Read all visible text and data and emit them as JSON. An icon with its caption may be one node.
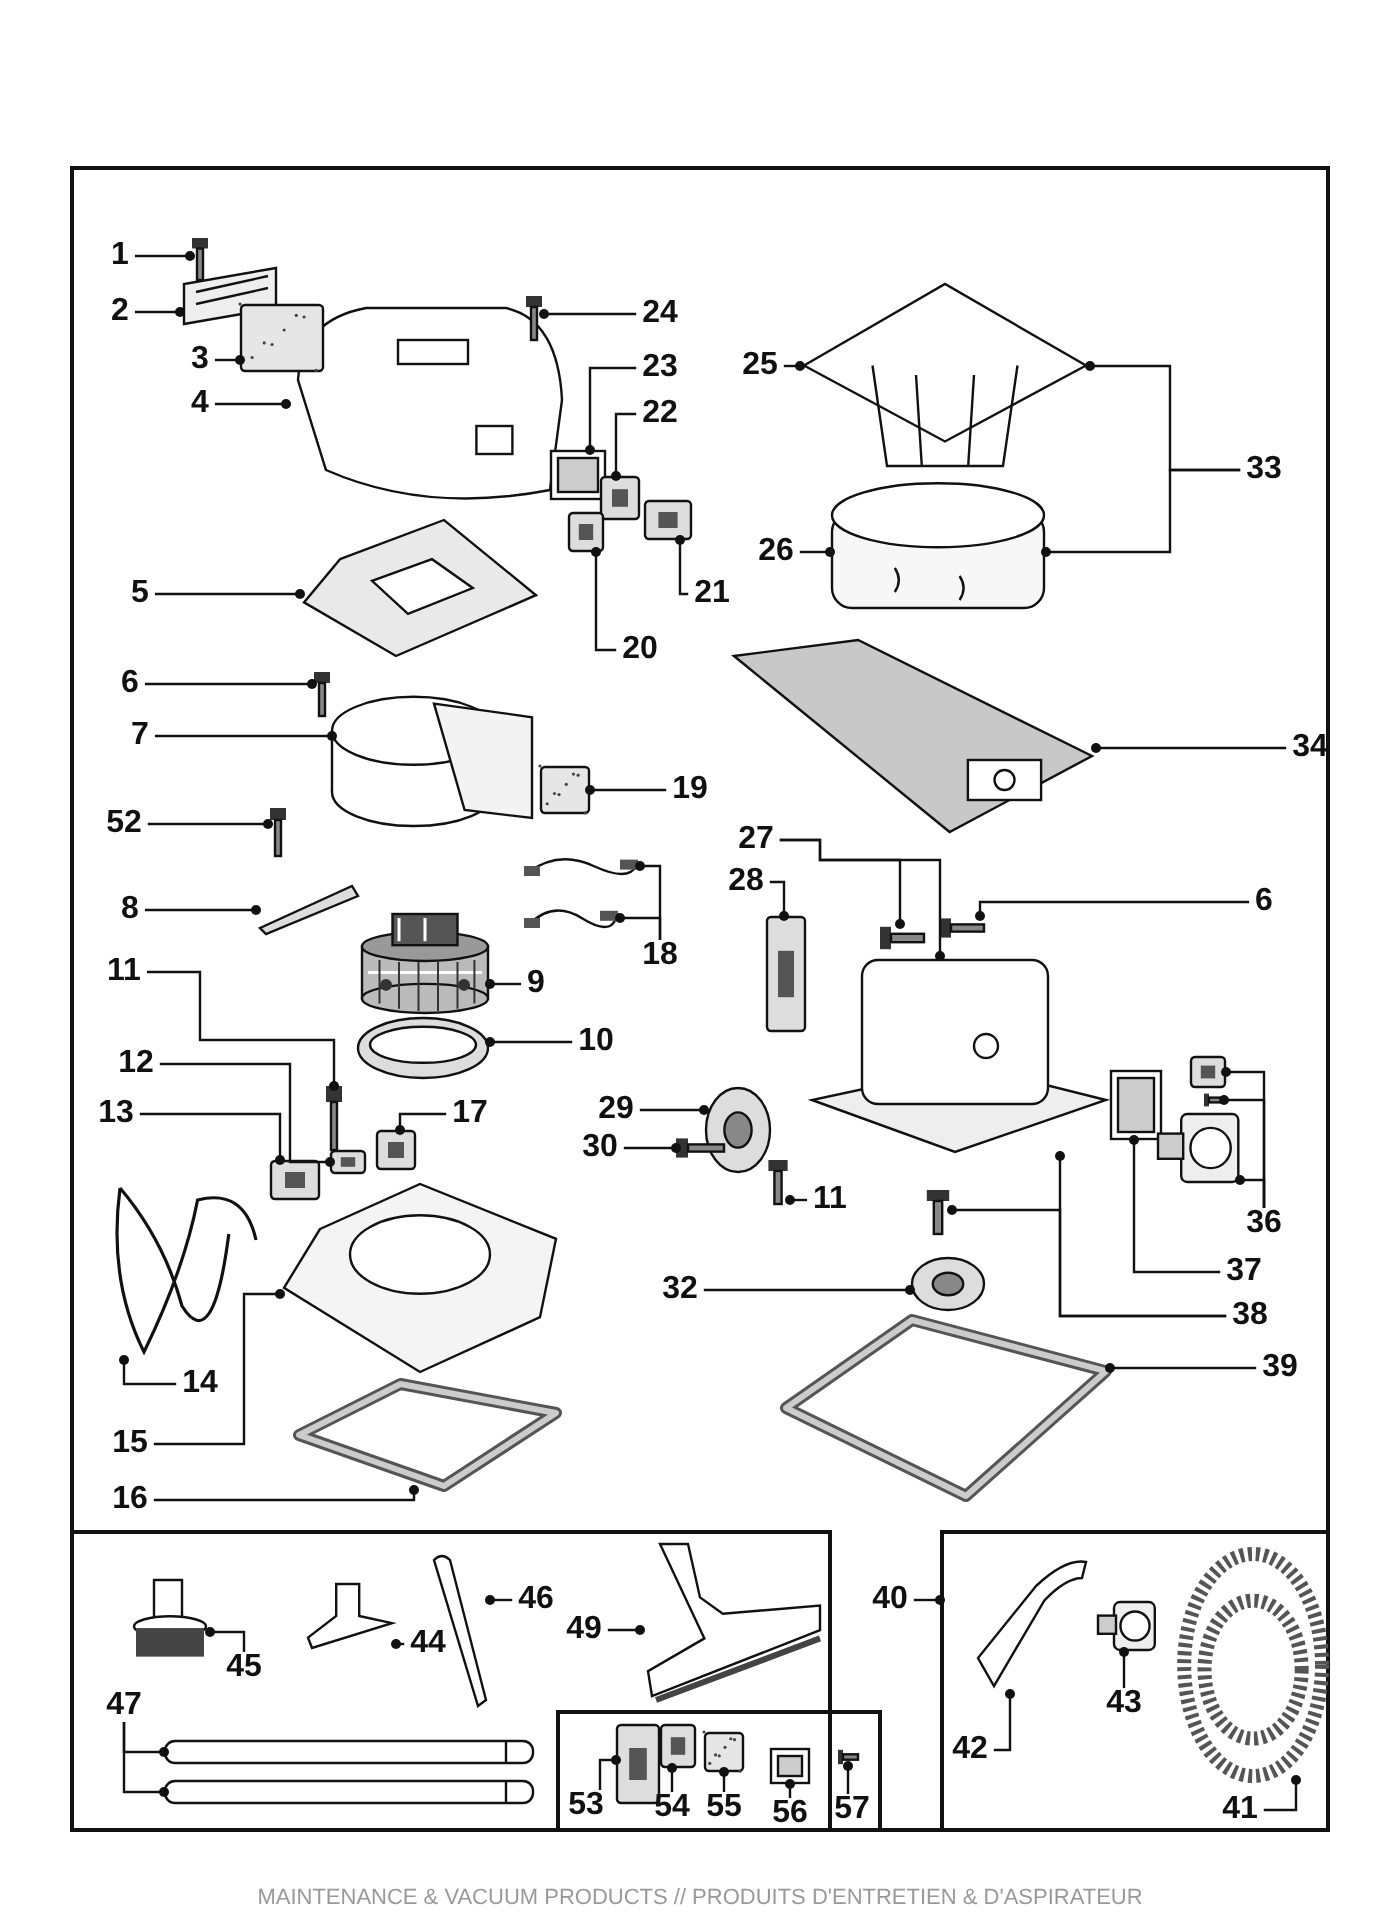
{
  "diagram": {
    "nodes": [
      {
        "text": [],
        "shape": "box"
      },
      {
        "text": [],
        "shape": "box",
        "in": 0
      },
      {
        "text": [],
        "shape": "box",
        "in": 1
      },
      {
        "text": [],
        "shape": "box",
        "in": 0
      },
      {
        "text": [
          "1"
        ],
        "in": 0
      },
      {
        "text": [],
        "shape": "picture",
        "in": 0
      },
      {
        "text": [
          "2"
        ],
        "in": 0
      },
      {
        "text": [],
        "shape": "picture",
        "in": 0
      },
      {
        "text": [
          "3"
        ],
        "in": 0
      },
      {
        "text": [],
        "shape": "picture",
        "in": 0
      },
      {
        "text": [
          "4"
        ],
        "in": 0
      },
      {
        "text": [],
        "shape": "picture",
        "in": 0
      },
      {
        "text": [
          "24"
        ],
        "in": 0
      },
      {
        "text": [],
        "shape": "picture",
        "in": 0
      },
      {
        "text": [
          "23"
        ],
        "in": 0
      },
      {
        "text": [],
        "shape": "picture",
        "in": 0
      },
      {
        "text": [
          "22"
        ],
        "in": 0
      },
      {
        "text": [],
        "shape": "picture",
        "in": 0
      },
      {
        "text": [
          "21"
        ],
        "in": 0
      },
      {
        "text": [],
        "shape": "picture",
        "in": 0
      },
      {
        "text": [
          "20"
        ],
        "in": 0
      },
      {
        "text": [],
        "shape": "picture",
        "in": 0
      },
      {
        "text": [
          "5"
        ],
        "in": 0
      },
      {
        "text": [],
        "shape": "picture",
        "in": 0
      },
      {
        "text": [
          "6"
        ],
        "in": 0
      },
      {
        "text": [],
        "shape": "picture",
        "in": 0
      },
      {
        "text": [
          "7"
        ],
        "in": 0
      },
      {
        "text": [],
        "shape": "picture",
        "in": 0
      },
      {
        "text": [
          "19"
        ],
        "in": 0
      },
      {
        "text": [],
        "shape": "picture",
        "in": 0
      },
      {
        "text": [
          "52"
        ],
        "in": 0
      },
      {
        "text": [],
        "shape": "picture",
        "in": 0
      },
      {
        "text": [
          "8"
        ],
        "in": 0
      },
      {
        "text": [],
        "shape": "picture",
        "in": 0
      },
      {
        "text": [
          "18"
        ],
        "in": 0
      },
      {
        "text": [],
        "shape": "picture",
        "in": 0
      },
      {
        "text": [],
        "shape": "picture",
        "in": 0
      },
      {
        "text": [
          "9"
        ],
        "in": 0
      },
      {
        "text": [],
        "shape": "picture",
        "in": 0
      },
      {
        "text": [
          "10"
        ],
        "in": 0
      },
      {
        "text": [],
        "shape": "picture",
        "in": 0
      },
      {
        "text": [
          "11"
        ],
        "in": 0
      },
      {
        "text": [],
        "shape": "picture",
        "in": 0
      },
      {
        "text": [
          "12"
        ],
        "in": 0
      },
      {
        "text": [],
        "shape": "picture",
        "in": 0
      },
      {
        "text": [
          "13"
        ],
        "in": 0
      },
      {
        "text": [],
        "shape": "picture",
        "in": 0
      },
      {
        "text": [
          "17"
        ],
        "in": 0
      },
      {
        "text": [],
        "shape": "picture",
        "in": 0
      },
      {
        "text": [
          "14"
        ],
        "in": 0
      },
      {
        "text": [],
        "shape": "picture",
        "in": 0
      },
      {
        "text": [
          "15"
        ],
        "in": 0
      },
      {
        "text": [],
        "shape": "picture",
        "in": 0
      },
      {
        "text": [
          "16"
        ],
        "in": 0
      },
      {
        "text": [],
        "shape": "picture",
        "in": 0
      },
      {
        "text": [
          "25"
        ],
        "in": 0
      },
      {
        "text": [],
        "shape": "picture",
        "in": 0
      },
      {
        "text": [
          "33"
        ],
        "in": 0
      },
      {
        "text": [
          "26"
        ],
        "in": 0
      },
      {
        "text": [],
        "shape": "picture",
        "in": 0
      },
      {
        "text": [
          "34"
        ],
        "in": 0
      },
      {
        "text": [],
        "shape": "picture",
        "in": 0
      },
      {
        "text": [
          "27"
        ],
        "in": 0
      },
      {
        "text": [],
        "shape": "picture",
        "in": 0
      },
      {
        "text": [],
        "shape": "picture",
        "in": 0
      },
      {
        "text": [
          "28"
        ],
        "in": 0
      },
      {
        "text": [],
        "shape": "picture",
        "in": 0
      },
      {
        "text": [
          "6"
        ],
        "in": 0
      },
      {
        "text": [],
        "shape": "picture",
        "in": 0
      },
      {
        "text": [
          "29"
        ],
        "in": 0
      },
      {
        "text": [],
        "shape": "picture",
        "in": 0
      },
      {
        "text": [
          "30"
        ],
        "in": 0
      },
      {
        "text": [],
        "shape": "picture",
        "in": 0
      },
      {
        "text": [
          "11"
        ],
        "in": 0
      },
      {
        "text": [],
        "shape": "picture",
        "in": 0
      },
      {
        "text": [
          "32"
        ],
        "in": 0
      },
      {
        "text": [],
        "shape": "picture",
        "in": 0
      },
      {
        "text": [
          "38"
        ],
        "in": 0
      },
      {
        "text": [],
        "shape": "picture",
        "in": 0
      },
      {
        "text": [
          "37"
        ],
        "in": 0
      },
      {
        "text": [],
        "shape": "picture",
        "in": 0
      },
      {
        "text": [
          "36"
        ],
        "in": 0
      },
      {
        "text": [],
        "shape": "picture",
        "in": 0
      },
      {
        "text": [],
        "shape": "picture",
        "in": 0
      },
      {
        "text": [],
        "shape": "picture",
        "in": 0
      },
      {
        "text": [
          "39"
        ],
        "in": 0
      },
      {
        "text": [],
        "shape": "picture",
        "in": 0
      },
      {
        "text": [
          "45"
        ],
        "in": 1
      },
      {
        "text": [],
        "shape": "picture",
        "in": 1
      },
      {
        "text": [
          "44"
        ],
        "in": 1
      },
      {
        "text": [],
        "shape": "picture",
        "in": 1
      },
      {
        "text": [
          "46"
        ],
        "in": 1
      },
      {
        "text": [],
        "shape": "picture",
        "in": 1
      },
      {
        "text": [
          "49"
        ],
        "in": 1
      },
      {
        "text": [],
        "shape": "picture",
        "in": 1
      },
      {
        "text": [
          "47"
        ],
        "in": 1
      },
      {
        "text": [],
        "shape": "picture",
        "in": 1
      },
      {
        "text": [],
        "shape": "picture",
        "in": 1
      },
      {
        "text": [
          "53"
        ],
        "in": 2
      },
      {
        "text": [],
        "shape": "picture",
        "in": 2
      },
      {
        "text": [
          "54"
        ],
        "in": 2
      },
      {
        "text": [],
        "shape": "picture",
        "in": 2
      },
      {
        "text": [
          "55"
        ],
        "in": 2
      },
      {
        "text": [],
        "shape": "picture",
        "in": 2
      },
      {
        "text": [
          "56"
        ],
        "in": 2
      },
      {
        "text": [],
        "shape": "picture",
        "in": 2
      },
      {
        "text": [
          "57"
        ],
        "in": 2
      },
      {
        "text": [],
        "shape": "picture",
        "in": 2
      },
      {
        "text": [
          "40"
        ],
        "in": 0
      },
      {
        "text": [
          "42"
        ],
        "in": 3
      },
      {
        "text": [],
        "shape": "picture",
        "in": 3
      },
      {
        "text": [
          "43"
        ],
        "in": 3
      },
      {
        "text": [],
        "shape": "picture",
        "in": 3
      },
      {
        "text": [
          "41"
        ],
        "in": 3
      },
      {
        "text": [],
        "shape": "picture",
        "in": 3
      }
    ],
    "edges": [
      {
        "from": 4,
        "to": 5,
        "arrow": "other"
      },
      {
        "from": 6,
        "to": 7,
        "arrow": "other"
      },
      {
        "from": 8,
        "to": 9,
        "arrow": "other"
      },
      {
        "from": 10,
        "to": 11,
        "arrow": "other"
      },
      {
        "from": 12,
        "to": 13,
        "arrow": "other"
      },
      {
        "from": 14,
        "to": 15,
        "arrow": "other"
      },
      {
        "from": 16,
        "to": 17,
        "arrow": "other"
      },
      {
        "from": 18,
        "to": 19,
        "arrow": "other"
      },
      {
        "from": 20,
        "to": 21,
        "arrow": "other"
      },
      {
        "from": 22,
        "to": 23,
        "arrow": "other"
      },
      {
        "from": 24,
        "to": 25,
        "arrow": "other"
      },
      {
        "from": 26,
        "to": 27,
        "arrow": "other"
      },
      {
        "from": 28,
        "to": 29,
        "arrow": "other"
      },
      {
        "from": 30,
        "to": 31,
        "arrow": "other"
      },
      {
        "from": 32,
        "to": 33,
        "arrow": "other"
      },
      {
        "from": 34,
        "to": 35,
        "arrow": "other"
      },
      {
        "from": 34,
        "to": 36,
        "arrow": "other"
      },
      {
        "from": 37,
        "to": 38,
        "arrow": "other"
      },
      {
        "from": 39,
        "to": 40,
        "arrow": "other"
      },
      {
        "from": 41,
        "to": 42,
        "arrow": "other"
      },
      {
        "from": 43,
        "to": 44,
        "arrow": "other"
      },
      {
        "from": 45,
        "to": 46,
        "arrow": "other"
      },
      {
        "from": 47,
        "to": 48,
        "arrow": "other"
      },
      {
        "from": 49,
        "to": 50,
        "arrow": "other"
      },
      {
        "from": 51,
        "to": 52,
        "arrow": "other"
      },
      {
        "from": 53,
        "to": 54,
        "arrow": "other"
      },
      {
        "from": 55,
        "to": 56,
        "arrow": "other"
      },
      {
        "from": 57,
        "to": 56,
        "arrow": "other"
      },
      {
        "from": 57,
        "to": 59,
        "arrow": "other"
      },
      {
        "from": 58,
        "to": 59,
        "arrow": "other"
      },
      {
        "from": 60,
        "to": 61,
        "arrow": "other"
      },
      {
        "from": 62,
        "to": 63,
        "arrow": "other"
      },
      {
        "from": 62,
        "to": 64,
        "arrow": "other"
      },
      {
        "from": 65,
        "to": 66,
        "arrow": "other"
      },
      {
        "from": 67,
        "to": 68,
        "arrow": "other"
      },
      {
        "from": 69,
        "to": 70,
        "arrow": "other"
      },
      {
        "from": 71,
        "to": 72,
        "arrow": "other"
      },
      {
        "from": 73,
        "to": 74,
        "arrow": "other"
      },
      {
        "from": 75,
        "to": 76,
        "arrow": "other"
      },
      {
        "from": 77,
        "to": 64,
        "arrow": "other"
      },
      {
        "from": 77,
        "to": 78,
        "arrow": "other"
      },
      {
        "from": 79,
        "to": 80,
        "arrow": "other"
      },
      {
        "from": 81,
        "to": 82,
        "arrow": "other"
      },
      {
        "from": 81,
        "to": 83,
        "arrow": "other"
      },
      {
        "from": 81,
        "to": 84,
        "arrow": "other"
      },
      {
        "from": 85,
        "to": 86,
        "arrow": "other"
      },
      {
        "from": 87,
        "to": 88,
        "arrow": "other"
      },
      {
        "from": 89,
        "to": 90,
        "arrow": "other"
      },
      {
        "from": 91,
        "to": 92,
        "arrow": "other"
      },
      {
        "from": 93,
        "to": 94,
        "arrow": "other"
      },
      {
        "from": 95,
        "to": 96,
        "arrow": "other"
      },
      {
        "from": 95,
        "to": 97,
        "arrow": "other"
      },
      {
        "from": 98,
        "to": 99,
        "arrow": "other"
      },
      {
        "from": 100,
        "to": 101,
        "arrow": "other"
      },
      {
        "from": 102,
        "to": 103,
        "arrow": "other"
      },
      {
        "from": 104,
        "to": 105,
        "arrow": "other"
      },
      {
        "from": 106,
        "to": 107,
        "arrow": "other"
      },
      {
        "from": 108,
        "to": 3,
        "arrow": "other"
      },
      {
        "from": 109,
        "to": 110,
        "arrow": "other"
      },
      {
        "from": 111,
        "to": 112,
        "arrow": "other"
      },
      {
        "from": 113,
        "to": 114,
        "arrow": "other"
      }
    ],
    "labels": [
      "MAINTENANCE & VACUUM PRODUCTS // PRODUITS D'ENTRETIEN & D'ASPIRATEUR"
    ]
  }
}
